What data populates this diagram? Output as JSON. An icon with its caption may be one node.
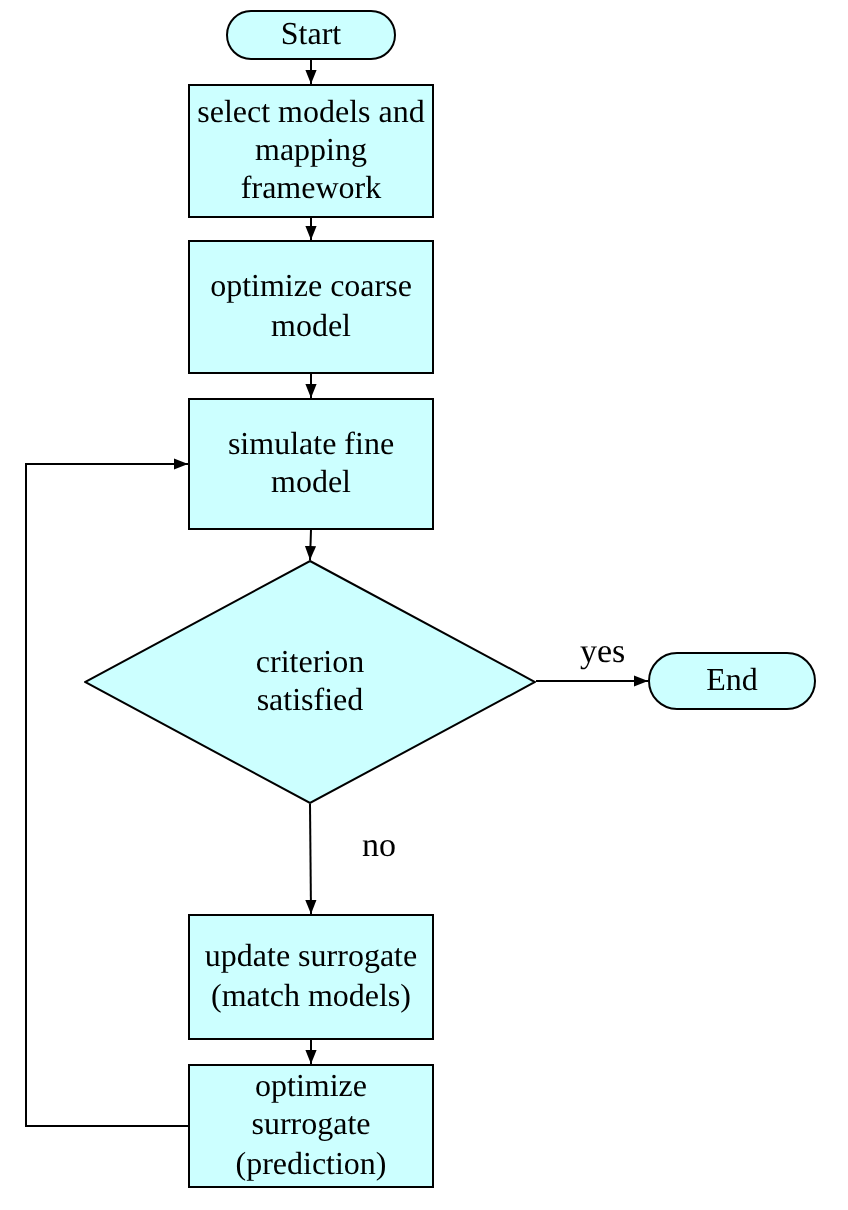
{
  "diagram": {
    "nodes": [
      {
        "text": [
          "Start"
        ]
      },
      {
        "text": [
          "select models and mapping framework"
        ]
      },
      {
        "text": [
          "optimize coarse model"
        ]
      },
      {
        "text": [
          "simulate fine model"
        ]
      },
      {
        "text": [
          "criterion satisfied"
        ]
      },
      {
        "text": [
          "End"
        ]
      },
      {
        "text": [
          "update surrogate (match models)"
        ]
      },
      {
        "text": [
          "optimize surrogate (prediction)"
        ]
      }
    ],
    "edges": [
      {
        "from": 0,
        "to": 1,
        "arrow": "to"
      },
      {
        "from": 1,
        "to": 2,
        "arrow": "to"
      },
      {
        "from": 2,
        "to": 3,
        "arrow": "to"
      },
      {
        "from": 3,
        "to": 4,
        "arrow": "to"
      },
      {
        "from": 4,
        "to": 5,
        "arrow": "to",
        "label": "yes"
      },
      {
        "from": 4,
        "to": 6,
        "arrow": "to",
        "label": "no"
      },
      {
        "from": 6,
        "to": 7,
        "arrow": "to"
      },
      {
        "from": 7,
        "to": 3,
        "arrow": "to"
      }
    ]
  }
}
